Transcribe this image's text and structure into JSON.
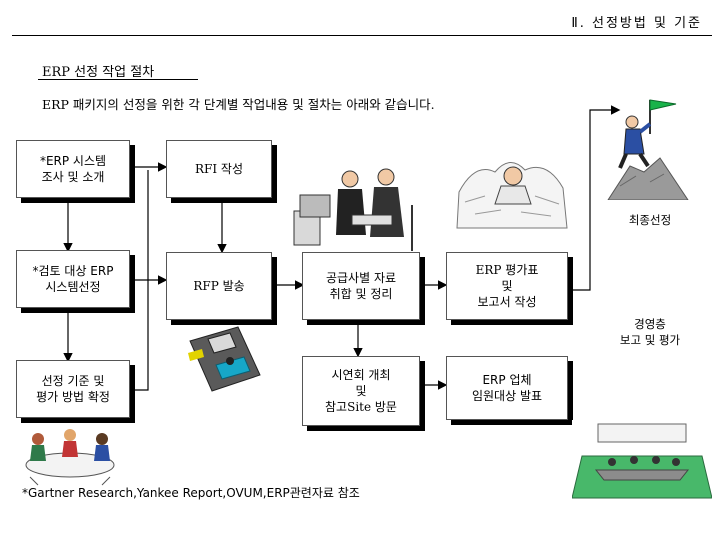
{
  "header": {
    "title": "Ⅱ. 선정방법 및 기준"
  },
  "section": {
    "title": "ERP 선정 작업 절차"
  },
  "intro": "ERP 패키지의 선정을 위한 각 단계별 작업내용 및 절차는 아래와 같습니다.",
  "steps": {
    "survey": "*ERP 시스템\n조사 및 소개",
    "candidate": "*검토 대상 ERP\n시스템선정",
    "criteria": "선정 기준 및\n평가 방법 확정",
    "rfi": "RFI 작성",
    "rfp": "RFP 발송",
    "supplier": "공급사별 자료\n취합 및 정리",
    "demo": "시연회 개최\n및\n참고Site 방문",
    "evaltable": "ERP 평가표\n및\n보고서 작성",
    "announce": "ERP 업체\n임원대상 발표"
  },
  "labels": {
    "final": "최종선정",
    "exec": "경영층\n보고 및 평가"
  },
  "footnote": "*Gartner Research,Yankee Report,OVUM,ERP관련자료 참조",
  "icons": [
    "flag-icon",
    "climbing-man-icon",
    "paperwork-man-icon",
    "meeting-people-icon",
    "floppy-disk-icon",
    "conference-table-icon",
    "presentation-room-icon"
  ]
}
